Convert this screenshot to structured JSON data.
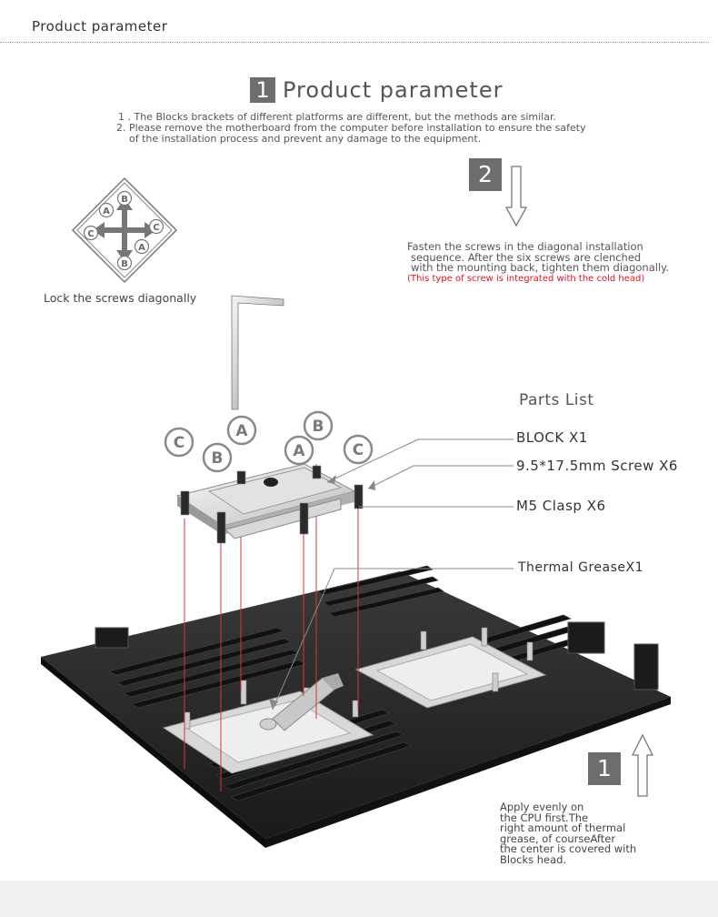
{
  "header": {
    "section_label": "Product parameter"
  },
  "title": {
    "badge": "1",
    "text": "Product parameter"
  },
  "intro": {
    "line1": "1 . The Blocks  brackets of different platforms are different, but the methods are similar.",
    "line2": "2. Please remove the motherboard from the computer before installation to ensure the safety",
    "line3": "of the installation process and prevent any damage to the equipment."
  },
  "step2": {
    "badge": "2",
    "line1": "Fasten the screws in the diagonal installation",
    "line2": "sequence. After the six screws are clenched",
    "line3": "with the mounting back, tighten them diagonally.",
    "note": "(This type of screw is integrated with the cold head)"
  },
  "diagram": {
    "caption": "Lock the screws diagonally",
    "letters": {
      "a": "A",
      "b": "B",
      "c": "C"
    }
  },
  "parts": {
    "title": "Parts List",
    "items": [
      "BLOCK X1",
      "9.5*17.5mm Screw X6",
      "M5 Clasp X6",
      "Thermal GreaseX1"
    ]
  },
  "screw_labels": [
    "C",
    "B",
    "A",
    "A",
    "B",
    "C"
  ],
  "step1": {
    "badge": "1",
    "lines": [
      "Apply evenly on",
      "the CPU first.The",
      "right amount of thermal",
      "grease, of courseAfter",
      "the center is covered with",
      "Blocks  head."
    ]
  },
  "colors": {
    "badge": "#6e6e6e",
    "note_red": "#e1141c",
    "leader_red": "#d9353b",
    "board": "#2a2a2a"
  }
}
